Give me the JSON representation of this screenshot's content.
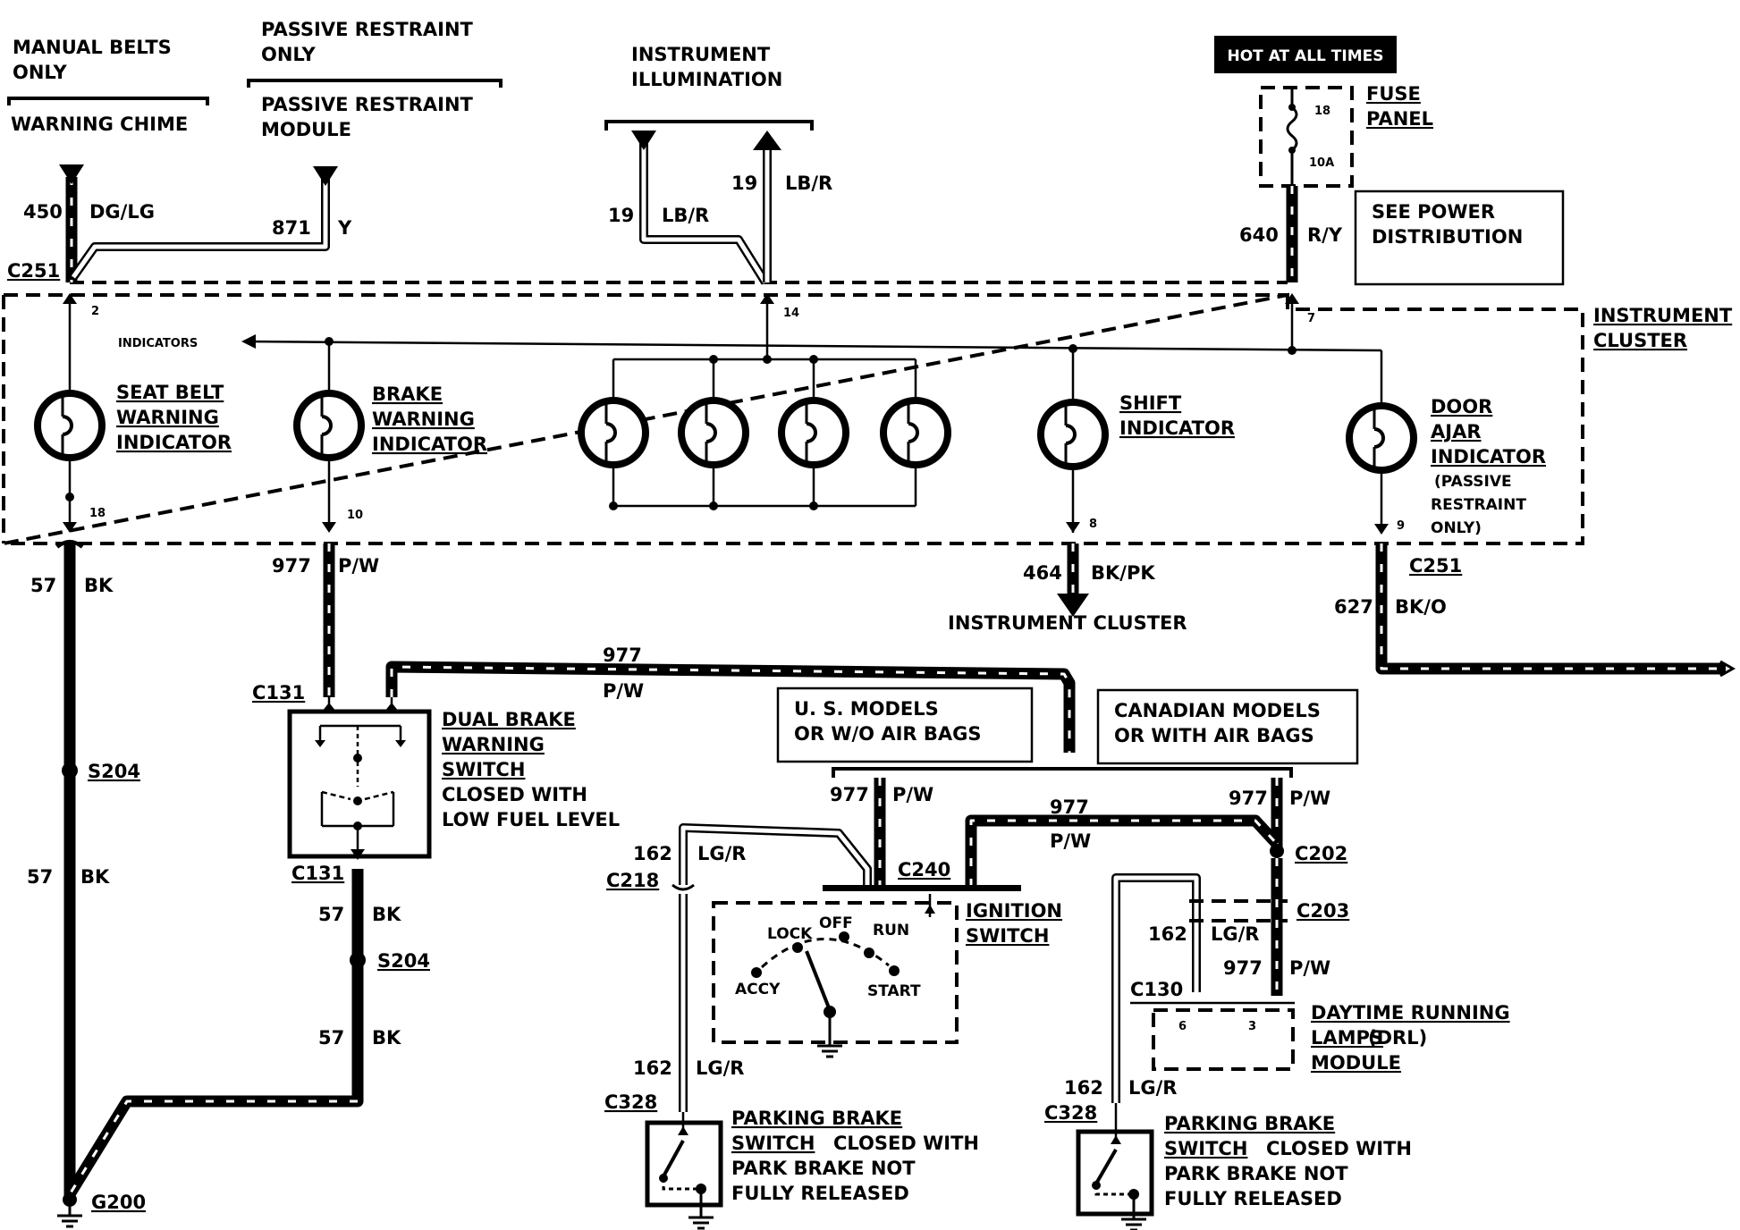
{
  "top_labels": {
    "manual_belts": [
      "MANUAL BELTS",
      "ONLY"
    ],
    "warning_chime": "WARNING CHIME",
    "passive_only": [
      "PASSIVE RESTRAINT",
      "ONLY"
    ],
    "passive_module": [
      "PASSIVE RESTRAINT",
      "MODULE"
    ],
    "instrument_illumination": [
      "INSTRUMENT",
      "ILLUMINATION"
    ],
    "hot_at_all_times": "HOT AT ALL TIMES",
    "fuse_panel": [
      "FUSE",
      "PANEL"
    ],
    "fuse_number": "18",
    "fuse_rating": "10A",
    "see_power_distribution": [
      "SEE POWER",
      "DISTRIBUTION"
    ],
    "instrument_cluster": [
      "INSTRUMENT",
      "CLUSTER"
    ]
  },
  "wires": {
    "w450": {
      "circuit": "450",
      "color": "DG/LG"
    },
    "w871": {
      "circuit": "871",
      "color": "Y"
    },
    "w19a": {
      "circuit": "19",
      "color": "LB/R"
    },
    "w19b": {
      "circuit": "19",
      "color": "LB/R"
    },
    "w640": {
      "circuit": "640",
      "color": "R/Y"
    },
    "w57a": {
      "circuit": "57",
      "color": "BK"
    },
    "w977a": {
      "circuit": "977",
      "color": "P/W"
    },
    "w464": {
      "circuit": "464",
      "color": "BK/PK"
    },
    "w627": {
      "circuit": "627",
      "color": "BK/O"
    },
    "w977b": {
      "circuit": "977",
      "color": "P/W"
    },
    "w57b": {
      "circuit": "57",
      "color": "BK"
    },
    "w57c": {
      "circuit": "57",
      "color": "BK"
    },
    "w57d": {
      "circuit": "57",
      "color": "BK"
    },
    "w977c": {
      "circuit": "977",
      "color": "P/W"
    },
    "w977d": {
      "circuit": "977",
      "color": "P/W"
    },
    "w977e": {
      "circuit": "977",
      "color": "P/W"
    },
    "w162a": {
      "circuit": "162",
      "color": "LG/R"
    },
    "w162b": {
      "circuit": "162",
      "color": "LG/R"
    },
    "w162c": {
      "circuit": "162",
      "color": "LG/R"
    },
    "w977f": {
      "circuit": "977",
      "color": "P/W"
    },
    "w162d": {
      "circuit": "162",
      "color": "LG/R"
    }
  },
  "connectors": {
    "c251_top": "C251",
    "c251_right": "C251",
    "c131_top": "C131",
    "c131_bottom": "C131",
    "c218": "C218",
    "c240": "C240",
    "c202": "C202",
    "c203": "C203",
    "c130": "C130",
    "c328_left": "C328",
    "c328_right": "C328",
    "s204_left": "S204",
    "s204_right": "S204",
    "g200": "G200"
  },
  "pins": {
    "p2": "2",
    "p14": "14",
    "p7": "7",
    "p18": "18",
    "p10": "10",
    "p8": "8",
    "p9": "9",
    "drl6": "6",
    "drl3": "3"
  },
  "cluster": {
    "indicators_arrow": "INDICATORS",
    "seat_belt": [
      "SEAT BELT",
      "WARNING",
      "INDICATOR"
    ],
    "brake": [
      "BRAKE",
      "WARNING",
      "INDICATOR"
    ],
    "shift": [
      "SHIFT",
      "INDICATOR"
    ],
    "door_ajar": [
      "DOOR",
      "AJAR",
      "INDICATOR"
    ],
    "door_ajar_note": [
      "(PASSIVE",
      "RESTRAINT",
      "ONLY)"
    ],
    "instrument_cluster_arrow": "INSTRUMENT CLUSTER"
  },
  "components": {
    "dual_brake": [
      "DUAL BRAKE",
      "WARNING",
      "SWITCH"
    ],
    "dual_brake_note": [
      "CLOSED WITH",
      "LOW FUEL LEVEL"
    ],
    "us_models": [
      "U. S. MODELS",
      "OR W/O AIR BAGS"
    ],
    "canadian_models": [
      "CANADIAN MODELS",
      "OR WITH AIR BAGS"
    ],
    "ignition_switch": [
      "IGNITION",
      "SWITCH"
    ],
    "ign_positions": {
      "lock": "LOCK",
      "off": "OFF",
      "run": "RUN",
      "accy": "ACCY",
      "start": "START"
    },
    "drl_module": [
      "DAYTIME RUNNING",
      "LAMPS",
      "(DRL)",
      "MODULE"
    ],
    "parking_brake": [
      "PARKING BRAKE",
      "SWITCH",
      "CLOSED WITH",
      "PARK BRAKE NOT",
      "FULLY RELEASED"
    ]
  }
}
